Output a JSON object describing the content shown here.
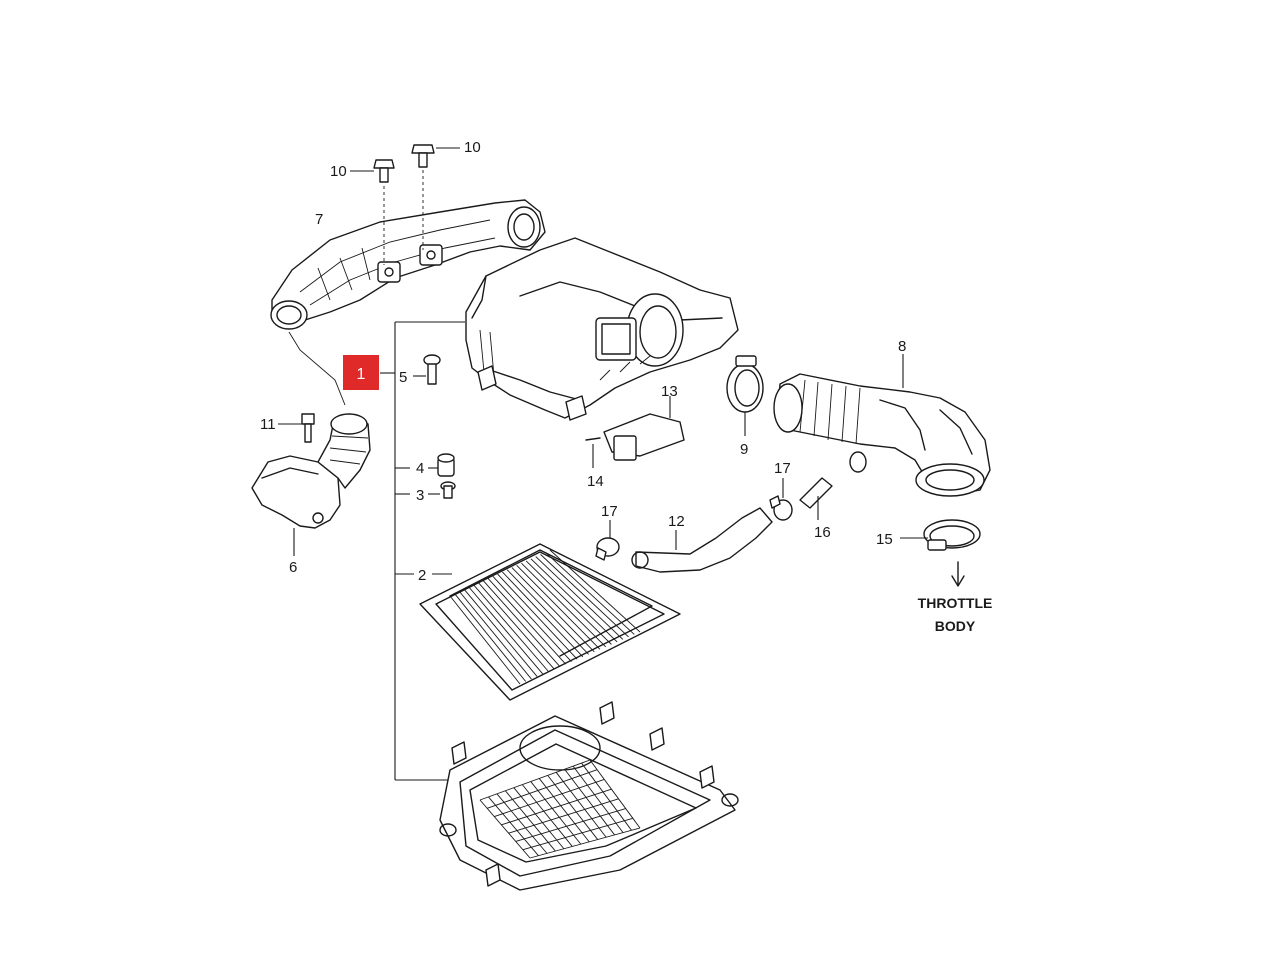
{
  "callout": {
    "label": "1",
    "color": "#e02a2a"
  },
  "parts": {
    "p2": "2",
    "p3": "3",
    "p4": "4",
    "p5": "5",
    "p6": "6",
    "p7": "7",
    "p8": "8",
    "p9": "9",
    "p10a": "10",
    "p10b": "10",
    "p11": "11",
    "p12": "12",
    "p13": "13",
    "p14": "14",
    "p15": "15",
    "p16": "16",
    "p17a": "17",
    "p17b": "17"
  },
  "destination": {
    "line1": "THROTTLE",
    "line2": "BODY"
  }
}
